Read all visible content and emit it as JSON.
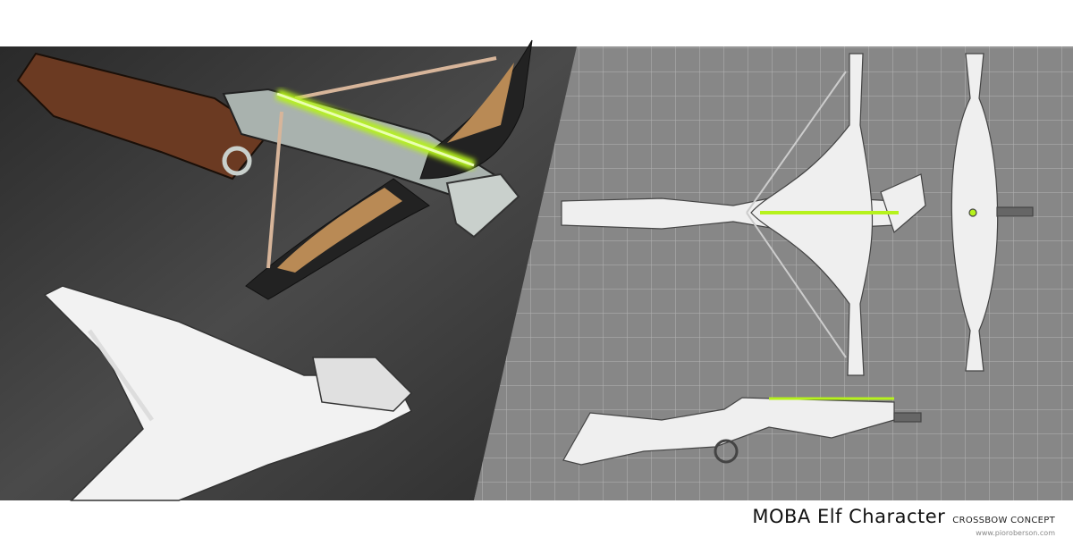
{
  "caption": {
    "title": "MOBA Elf Character",
    "subtitle": "CROSSBOW CONCEPT",
    "url": "www.pioroberson.com"
  },
  "colors": {
    "dark_panel": "#3a3a3a",
    "grid_panel": "#8a8a8a",
    "grid_line": "#b8b8b8",
    "bolt_glow": "#b6f21c",
    "wood": "#6b3a22",
    "limb_tan": "#b98a55",
    "metal": "#c9d0cc"
  }
}
